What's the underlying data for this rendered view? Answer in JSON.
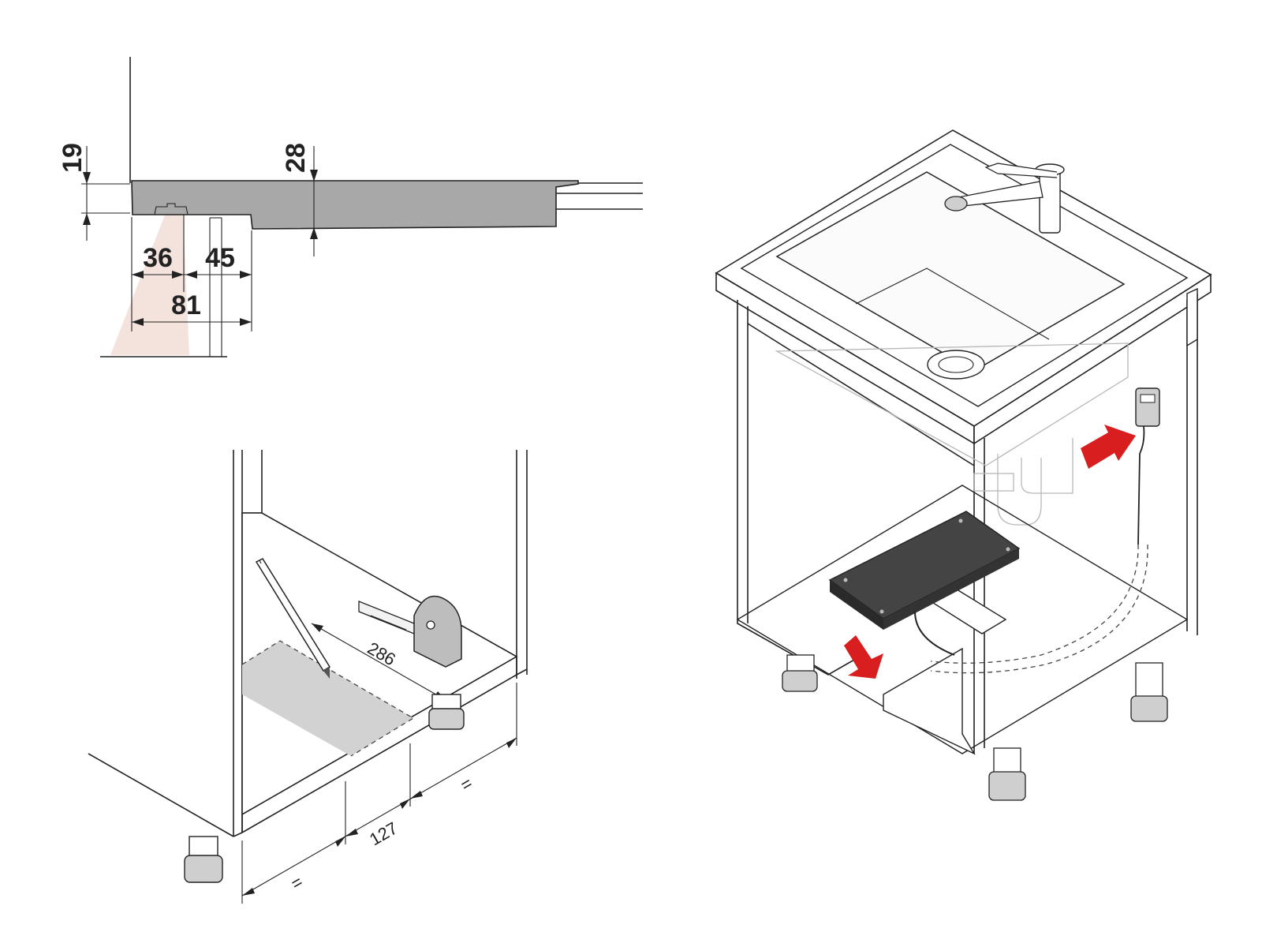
{
  "colors": {
    "line": "#222222",
    "section_fill": "#a8a8a8",
    "cutout_fill": "#d2d2d2",
    "hob_fill": "#444444",
    "arrow_red": "#d81e1e",
    "light_cone": "#f0d6cf"
  },
  "section_view": {
    "dim_thickness": "19",
    "dim_depth": "28",
    "dim_offset": "36",
    "dim_rim": "45",
    "dim_total": "81"
  },
  "cabinet_view": {
    "dim_cutout_length": "286",
    "dim_cutout_width": "127",
    "dim_equal_left": "=",
    "dim_equal_right": "="
  },
  "icons": [
    "pencil-icon",
    "tape-measure-icon",
    "arrow-in-icon",
    "arrow-out-icon",
    "faucet-icon"
  ]
}
